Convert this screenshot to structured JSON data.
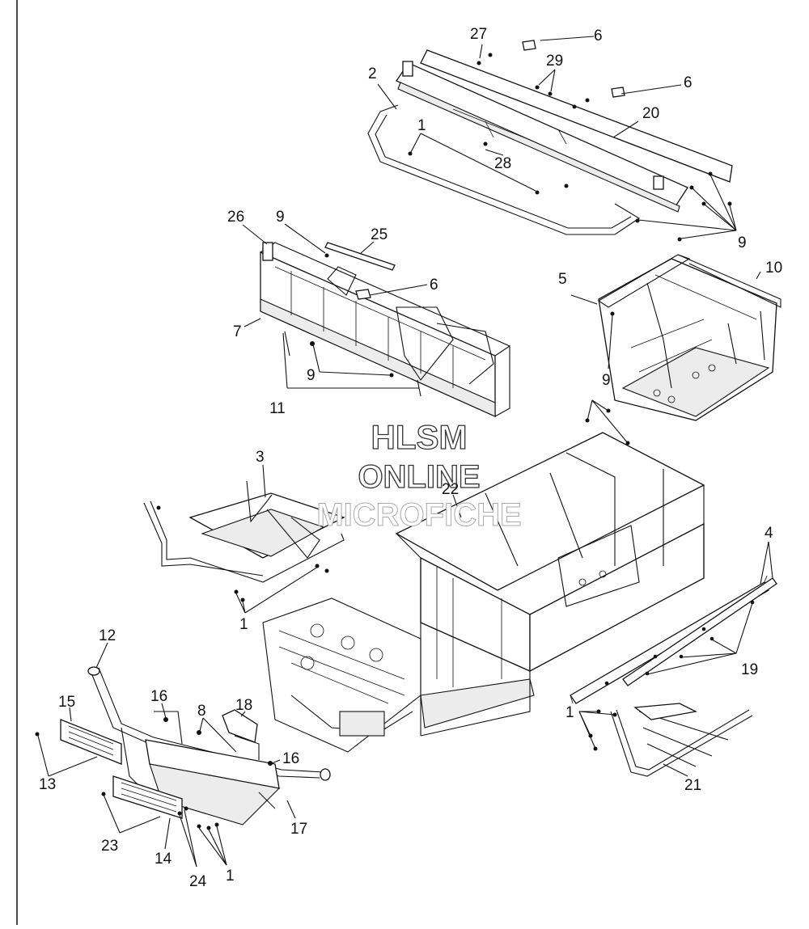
{
  "watermark": {
    "line1": "HLSM",
    "line2": "ONLINE",
    "line3": "MICROFICHE"
  },
  "callouts": {
    "c27": "27",
    "c6a": "6",
    "c29": "29",
    "c6b": "6",
    "c2": "2",
    "c20": "20",
    "c1a": "1",
    "c28": "28",
    "c26": "26",
    "c9a": "9",
    "c25": "25",
    "c9b": "9",
    "c6c": "6",
    "c5": "5",
    "c10": "10",
    "c7": "7",
    "c9c": "9",
    "c9d": "9",
    "c11": "11",
    "c3": "3",
    "c22": "22",
    "c4": "4",
    "c1b": "1",
    "c12": "12",
    "c19": "19",
    "c16a": "16",
    "c18": "18",
    "c15": "15",
    "c8": "8",
    "c1c": "1",
    "c16b": "16",
    "c21": "21",
    "c13": "13",
    "c17": "17",
    "c23": "23",
    "c14": "14",
    "c24": "24",
    "c1d": "1"
  },
  "colors": {
    "ink": "#111111",
    "background": "#ffffff",
    "margin_rule": "#111111"
  }
}
